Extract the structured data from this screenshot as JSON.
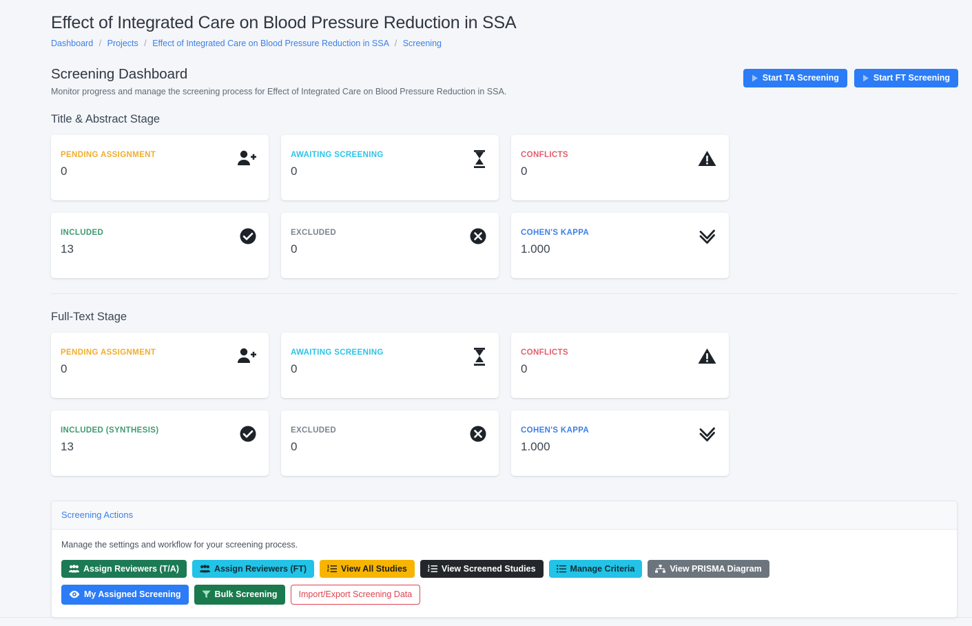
{
  "header": {
    "project_title": "Effect of Integrated Care on Blood Pressure Reduction in SSA",
    "breadcrumb": [
      {
        "label": "Dashboard"
      },
      {
        "label": "Projects"
      },
      {
        "label": "Effect of Integrated Care on Blood Pressure Reduction in SSA"
      },
      {
        "label": "Screening"
      }
    ],
    "breadcrumb_separator": "/",
    "dashboard_title": "Screening Dashboard",
    "dashboard_subtitle": "Monitor progress and manage the screening process for Effect of Integrated Care on Blood Pressure Reduction in SSA.",
    "actions": [
      {
        "label": "Start TA Screening",
        "icon": "play-icon",
        "color": "#2b7cf6"
      },
      {
        "label": "Start FT Screening",
        "icon": "play-icon",
        "color": "#2b7cf6"
      }
    ]
  },
  "ta_stage": {
    "title": "Title & Abstract Stage",
    "cards": [
      {
        "label": "Pending Assignment",
        "value": "0",
        "icon": "user-plus-icon",
        "color": "#f0ad2e"
      },
      {
        "label": "Awaiting Screening",
        "value": "0",
        "icon": "hourglass-icon",
        "color": "#2dc3e8"
      },
      {
        "label": "Conflicts",
        "value": "0",
        "icon": "warning-triangle-icon",
        "color": "#e35d6a"
      },
      {
        "label": "Included",
        "value": "13",
        "icon": "check-circle-icon",
        "color": "#3f9a72"
      },
      {
        "label": "Excluded",
        "value": "0",
        "icon": "x-circle-icon",
        "color": "#7a848f"
      },
      {
        "label": "Cohen's Kappa",
        "value": "1.000",
        "icon": "double-check-icon",
        "color": "#3c7fe8"
      }
    ]
  },
  "ft_stage": {
    "title": "Full-Text Stage",
    "cards": [
      {
        "label": "Pending Assignment",
        "value": "0",
        "icon": "user-plus-icon",
        "color": "#f0ad2e"
      },
      {
        "label": "Awaiting Screening",
        "value": "0",
        "icon": "hourglass-icon",
        "color": "#2dc3e8"
      },
      {
        "label": "Conflicts",
        "value": "0",
        "icon": "warning-triangle-icon",
        "color": "#e35d6a"
      },
      {
        "label": "Included (Synthesis)",
        "value": "13",
        "icon": "check-circle-icon",
        "color": "#3f9a72"
      },
      {
        "label": "Excluded",
        "value": "0",
        "icon": "x-circle-icon",
        "color": "#7a848f"
      },
      {
        "label": "Cohen's Kappa",
        "value": "1.000",
        "icon": "double-check-icon",
        "color": "#3c7fe8"
      }
    ]
  },
  "screening_actions": {
    "title": "Screening Actions",
    "description": "Manage the settings and workflow for your screening process.",
    "row1": [
      {
        "label": "Assign Reviewers (T/A)",
        "icon": "users-icon",
        "color": "#1c7a54"
      },
      {
        "label": "Assign Reviewers (FT)",
        "icon": "users-icon",
        "color": "#22c3e6"
      },
      {
        "label": "View All Studies",
        "icon": "list-ol-icon",
        "color": "#f7b500"
      },
      {
        "label": "View Screened Studies",
        "icon": "list-ol-icon",
        "color": "#23272b"
      },
      {
        "label": "Manage Criteria",
        "icon": "list-icon",
        "color": "#22c3e6"
      },
      {
        "label": "View PRISMA Diagram",
        "icon": "sitemap-icon",
        "color": "#6c757d"
      }
    ],
    "row2": [
      {
        "label": "My Assigned Screening",
        "icon": "eye-icon",
        "color": "#2b7cf6"
      },
      {
        "label": "Bulk Screening",
        "icon": "filter-icon",
        "color": "#1a7a4d"
      },
      {
        "label": "Import/Export Screening Data",
        "icon": "none",
        "color": "#e0414f"
      }
    ]
  }
}
